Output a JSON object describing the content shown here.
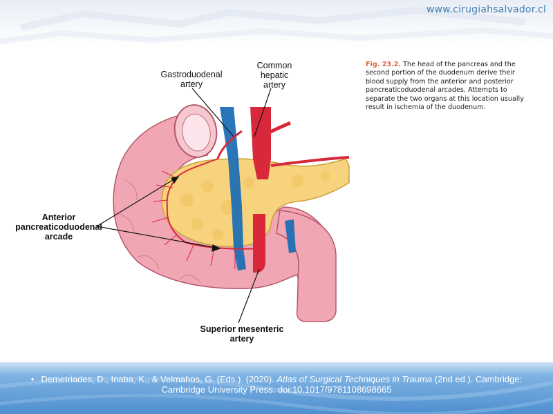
{
  "watermark": "www.cirugiahsalvador.cl",
  "labels": {
    "gastroduodenal_line1": "Gastroduodenal",
    "gastroduodenal_line2": "artery",
    "common_hepatic_line1": "Common",
    "common_hepatic_line2": "hepatic",
    "common_hepatic_line3": "artery",
    "anterior_line1": "Anterior",
    "anterior_line2": "pancreaticoduodenal",
    "anterior_line3": "arcade",
    "superior_mesenteric_line1": "Superior mesenteric",
    "superior_mesenteric_line2": "artery"
  },
  "caption": {
    "fig_number": "Fig. 23.2.",
    "text": " The head of the pancreas and the second portion of the duodenum derive their blood supply from the anterior and posterior pancreaticoduodenal arcades. Attempts to separate the two organs at this location usually result in ischemia of the duodenum."
  },
  "citation": {
    "bullet": "•",
    "authors": "Demetriades, D., Inaba, K., & Velmahos, G. (Eds.). (2020). ",
    "title": "Atlas of Surgical Techniques in Trauma",
    "rest": " (2nd ed.). Cambridge: Cambridge University Press. doi:10.1017/9781108698665"
  },
  "colors": {
    "artery": "#d8283a",
    "vein": "#1f6fb5",
    "duodenum": "#f0a6b3",
    "pancreas": "#f6d37c",
    "footer": "#5f9dd6"
  }
}
